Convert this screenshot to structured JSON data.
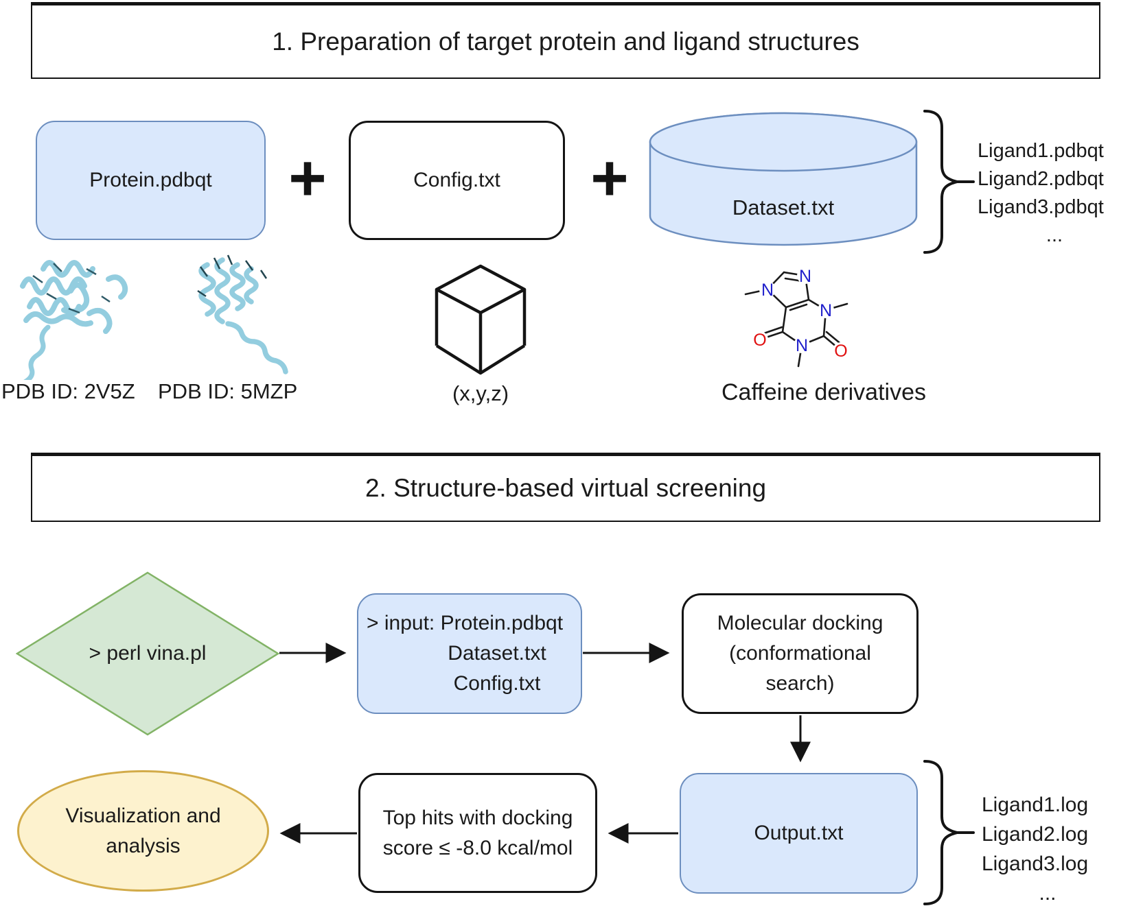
{
  "section1": {
    "title": "1. Preparation of target protein and ligand structures",
    "protein_box_label": "Protein.pdbqt",
    "plus_1": "+",
    "config_box_label": "Config.txt",
    "plus_2": "+",
    "dataset_label": "Dataset.txt",
    "ligand_files": [
      "Ligand1.pdbqt",
      "Ligand2.pdbqt",
      "Ligand3.pdbqt",
      "..."
    ],
    "pdb_id_1": "PDB ID: 2V5Z",
    "pdb_id_2": "PDB ID: 5MZP",
    "gridbox_label": "(x,y,z)",
    "derivatives_label": "Caffeine derivatives"
  },
  "section2": {
    "title": "2. Structure-based virtual screening",
    "command_label": "> perl vina.pl",
    "input_lines": [
      "> input: Protein.pdbqt",
      "Dataset.txt",
      "Config.txt"
    ],
    "docking_lines": [
      "Molecular docking",
      "(conformational",
      "search)"
    ],
    "output_label": "Output.txt",
    "log_files": [
      "Ligand1.log",
      "Ligand2.log",
      "Ligand3.log",
      "..."
    ],
    "tophits_lines": [
      "Top hits with docking",
      "score ≤ -8.0 kcal/mol"
    ],
    "visualization_lines": [
      "Visualization and",
      "analysis"
    ]
  },
  "molecule": {
    "nitrogen_symbol": "N",
    "oxygen_symbol": "O"
  },
  "colors": {
    "box_blue_fill": "#dae8fc",
    "box_blue_stroke": "#6c8ebf",
    "diamond_green_fill": "#d5e8d4",
    "diamond_green_stroke": "#82b366",
    "ellipse_yellow_fill": "#fdf2ce",
    "ellipse_yellow_stroke": "#d2ab49",
    "outline_black": "#141414",
    "nitrogen_blue": "#2020cc",
    "oxygen_red": "#e01010",
    "protein_ribbon_cyan": "#93cddf"
  }
}
